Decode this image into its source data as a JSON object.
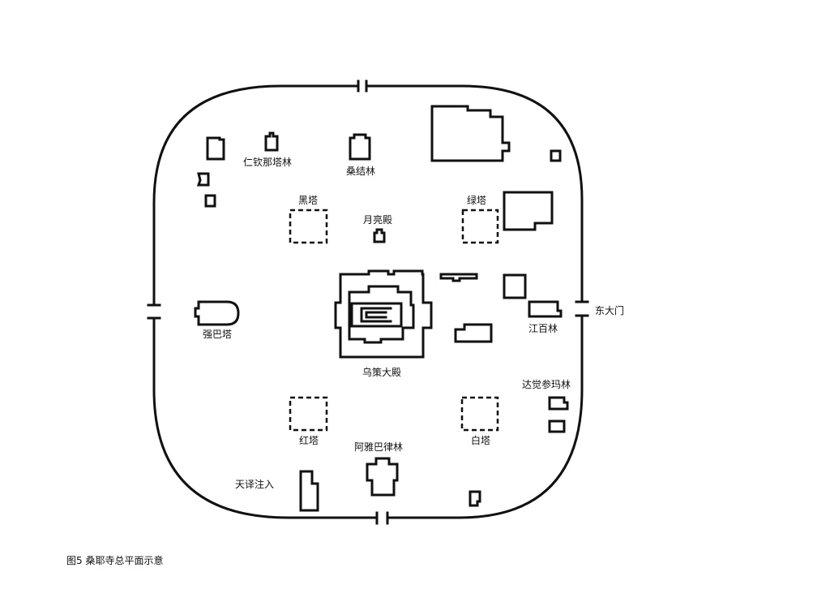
{
  "labels": {
    "renqin": "仁钦那塔林",
    "sangjie": "桑结林",
    "heita": "黑塔",
    "yueliang": "月亮殿",
    "luta": "绿塔",
    "qiangba": "强巴塔",
    "wuce": "乌策大殿",
    "dongdamen": "东大门",
    "jiangbai": "江百林",
    "dajue": "达觉参玛林",
    "hongta": "红塔",
    "ayabalu": "阿雅巴律林",
    "baita": "白塔",
    "tianxiang": "天译注入"
  },
  "caption": "图5 桑耶寺总平面示意"
}
